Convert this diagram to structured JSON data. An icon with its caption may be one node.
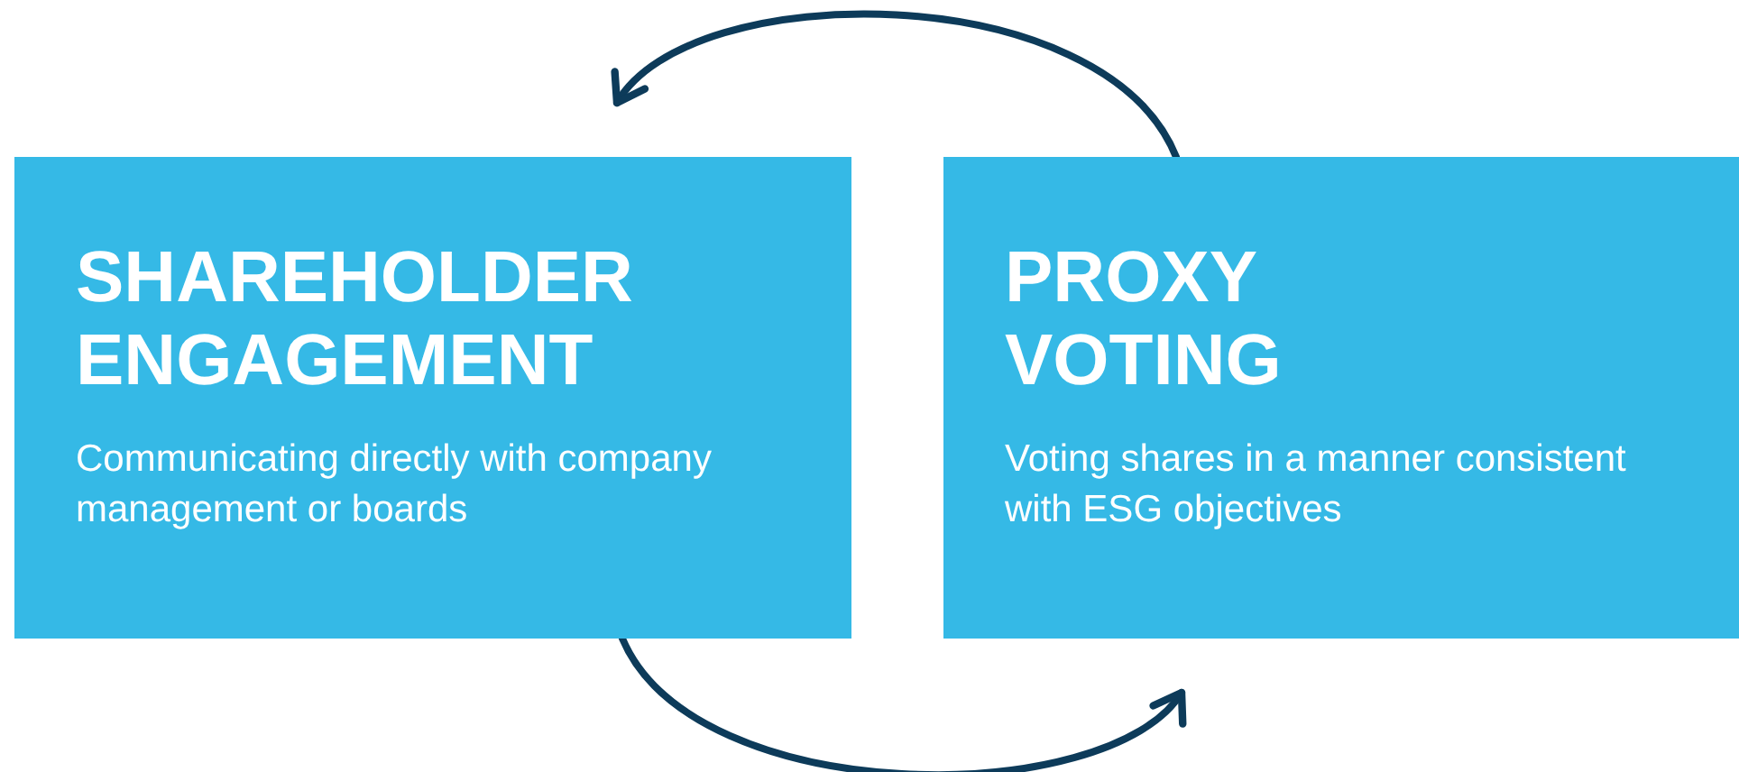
{
  "diagram": {
    "nodes": [
      {
        "text": [
          "SHAREHOLDER ENGAGEMENT",
          "Communicating directly with company management or boards"
        ]
      },
      {
        "text": [
          "PROXY VOTING",
          "Voting shares in a manner consistent with ESG objectives"
        ]
      }
    ],
    "edges": [
      {
        "from": 1,
        "to": 0,
        "arrow": "to"
      },
      {
        "from": 0,
        "to": 1,
        "arrow": "to"
      }
    ]
  }
}
